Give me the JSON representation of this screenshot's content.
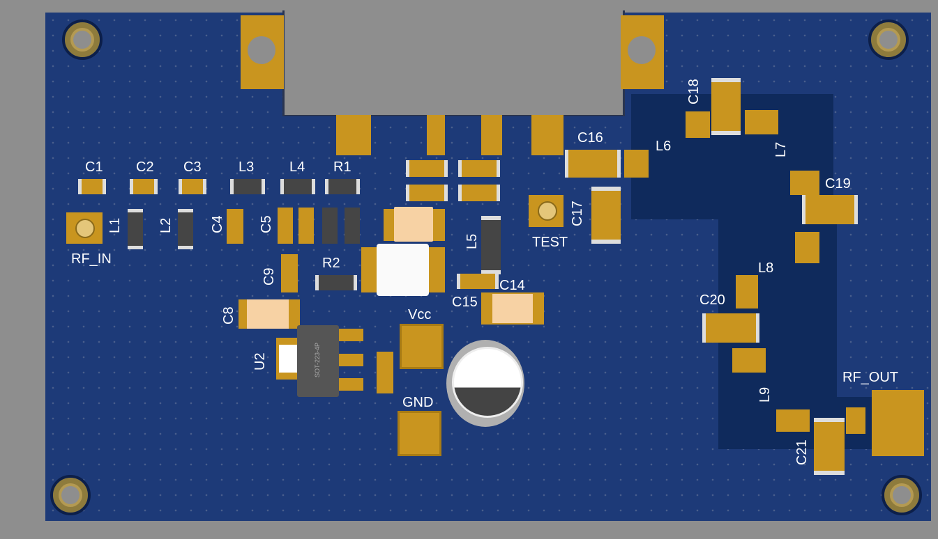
{
  "labels": {
    "C1": "C1",
    "C2": "C2",
    "C3": "C3",
    "L3": "L3",
    "L4": "L4",
    "R1": "R1",
    "L1": "L1",
    "L2": "L2",
    "C4": "C4",
    "C5": "C5",
    "C9": "C9",
    "R2": "R2",
    "C8": "C8",
    "U2": "U2",
    "RF_IN": "RF_IN",
    "C16": "C16",
    "L6": "L6",
    "C18": "C18",
    "L7": "L7",
    "C19": "C19",
    "C17": "C17",
    "TEST": "TEST",
    "L5": "L5",
    "C14": "C14",
    "C15": "C15",
    "Vcc": "Vcc",
    "GND": "GND",
    "L8": "L8",
    "C20": "C20",
    "L9": "L9",
    "RF_OUT": "RF_OUT",
    "C21": "C21"
  },
  "ic_marking": "SOT-223-4P",
  "colors": {
    "board": "#1d3a78",
    "copper": "#c9951f",
    "background": "#8e8e8e"
  }
}
